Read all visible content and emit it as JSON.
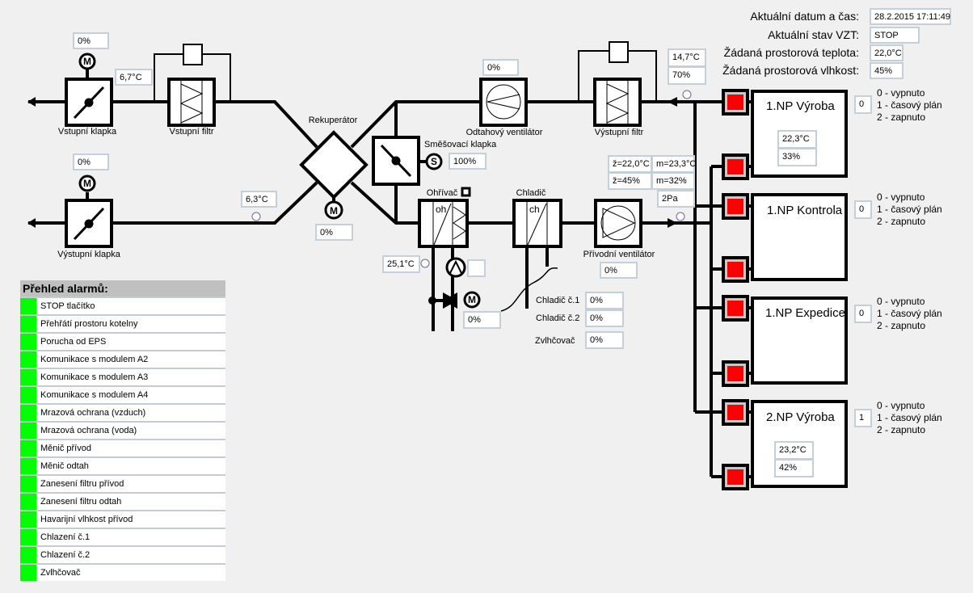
{
  "header": {
    "datetime_label": "Aktuální datum a čas:",
    "datetime_value": "28.2.2015 17:11:49",
    "state_label": "Aktuální stav VZT:",
    "state_value": "STOP",
    "temp_setpoint_label": "Žádaná prostorová teplota:",
    "temp_setpoint_value": "22,0°C",
    "hum_setpoint_label": "Žádaná prostorová vlhkost:",
    "hum_setpoint_value": "45%"
  },
  "diagram": {
    "intake_damper": {
      "label": "Vstupní klapka",
      "value": "0%"
    },
    "intake_temp": "6,7°C",
    "intake_filter": {
      "label": "Vstupní filtr"
    },
    "exhaust_damper": {
      "label": "Výstupní klapka",
      "value": "0%"
    },
    "exhaust_temp": "6,3°C",
    "recuperator": {
      "label": "Rekuperátor",
      "value": "0%"
    },
    "mixing_damper": {
      "label": "Směšovací klapka",
      "value": "100%"
    },
    "extract_fan": {
      "label": "Odtahový ventilátor",
      "value": "0%"
    },
    "extract_filter": {
      "label": "Výstupní filtr"
    },
    "extract_temp": "14,7°C",
    "extract_humidity": "70%",
    "heater": {
      "label": "Ohřívač",
      "symbol": "oh",
      "water_temp": "25,1°C",
      "valve_value": "0%",
      "pump_value": ""
    },
    "cooler": {
      "label": "Chladič",
      "symbol": "ch"
    },
    "cooler1": {
      "label": "Chladič č.1",
      "value": "0%"
    },
    "cooler2": {
      "label": "Chladič č.2",
      "value": "0%"
    },
    "humidifier": {
      "label": "Zvlhčovač",
      "value": "0%"
    },
    "supply_fan": {
      "label": "Přívodní ventilátor",
      "value": "0%"
    },
    "supply_temp_set": "ž=22,0°C",
    "supply_temp_meas": "m=23,3°C",
    "supply_hum_set": "ž=45%",
    "supply_hum_meas": "m=32%",
    "supply_pressure": "2Pa"
  },
  "zones": [
    {
      "name": "1.NP Výroba",
      "mode": "0",
      "temp": "22,3°C",
      "humidity": "33%"
    },
    {
      "name": "1.NP Kontrola",
      "mode": "0"
    },
    {
      "name": "1.NP Expedice",
      "mode": "0"
    },
    {
      "name": "2.NP Výroba",
      "mode": "1",
      "temp": "23,2°C",
      "humidity": "42%"
    }
  ],
  "mode_legend": [
    "0 - vypnuto",
    "1 - časový plán",
    "2 - zapnuto"
  ],
  "alarms": {
    "title": "Přehled alarmů:",
    "items": [
      "STOP tlačítko",
      "Přehřátí prostoru kotelny",
      "Porucha od EPS",
      "Komunikace s modulem A2",
      "Komunikace s modulem A3",
      "Komunikace s modulem A4",
      "Mrazová ochrana (vzduch)",
      "Mrazová ochrana (voda)",
      "Měnič přívod",
      "Měnič odtah",
      "Zanesení filtru přívod",
      "Zanesení filtru odtah",
      "Havarijní vlhkost přívod",
      "Chlazení č.1",
      "Chlazení č.2",
      "Zvlhčovač"
    ],
    "ok_color": "#00ff00"
  },
  "colors": {
    "zone_damper": "#ff0000",
    "background": "#f0f0f0"
  }
}
